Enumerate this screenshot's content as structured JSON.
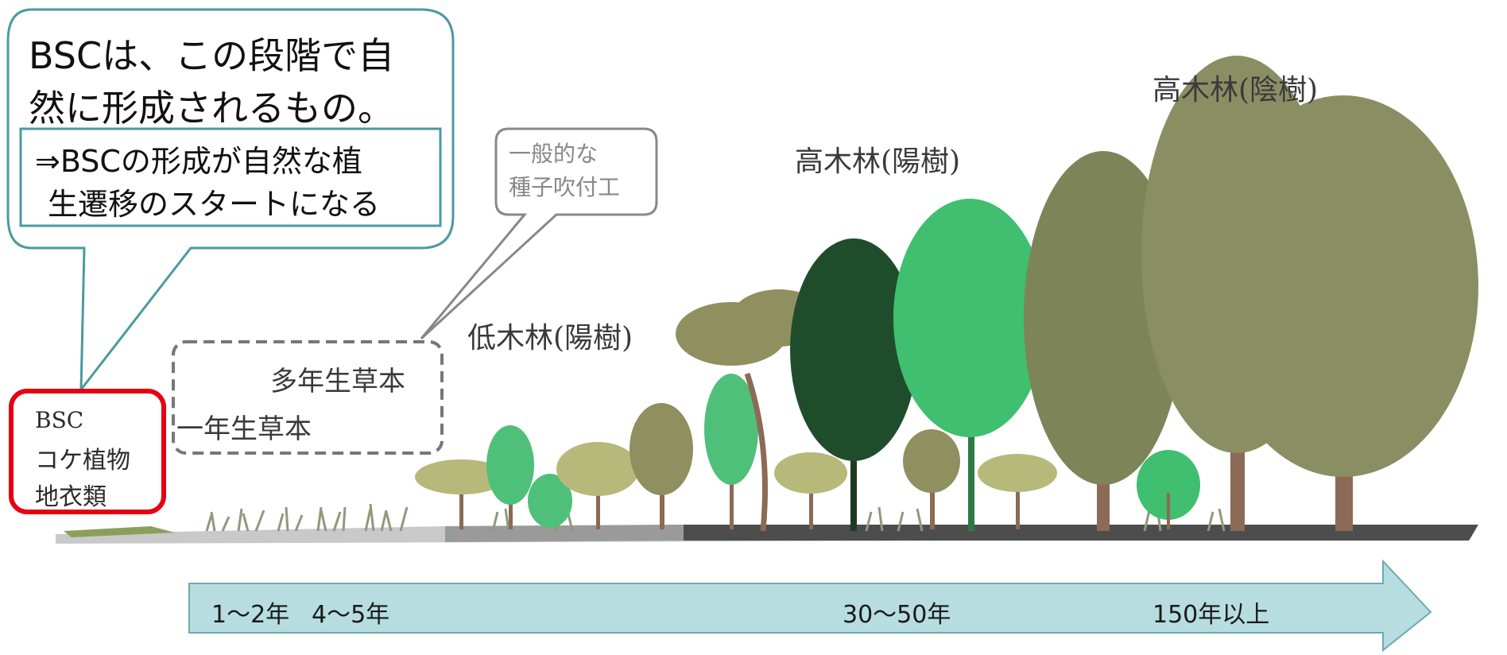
{
  "callout": {
    "main_line1": "BSCは、この段階で自",
    "main_line2": "然に形成されるもの。",
    "sub_line1": "⇒BSCの形成が自然な植",
    "sub_line2": "生遷移のスタートになる"
  },
  "seed_spray_callout": {
    "line1": "一般的な",
    "line2": "種子吹付工"
  },
  "bsc_box": {
    "line1": "BSC",
    "line2": "コケ植物",
    "line3": "地衣類"
  },
  "herb_box": {
    "perennial": "多年生草本",
    "annual": "一年生草本"
  },
  "stages": {
    "shrub_sun": "低木林(陽樹)",
    "tall_sun": "高木林(陽樹)",
    "tall_shade": "高木林(陰樹)"
  },
  "timeline": {
    "t1": "1～2年",
    "t2": "4～5年",
    "t3": "30～50年",
    "t4": "150年以上"
  },
  "colors": {
    "callout_border": "#4a9aa0",
    "bsc_border": "#e60012",
    "arrow_fill": "#b7dde0",
    "arrow_stroke": "#6fa9b0",
    "bright_green": "#3fbf6f",
    "dark_green": "#1f4d2b",
    "olive": "#8a8f63",
    "trunk": "#8b6a56"
  }
}
